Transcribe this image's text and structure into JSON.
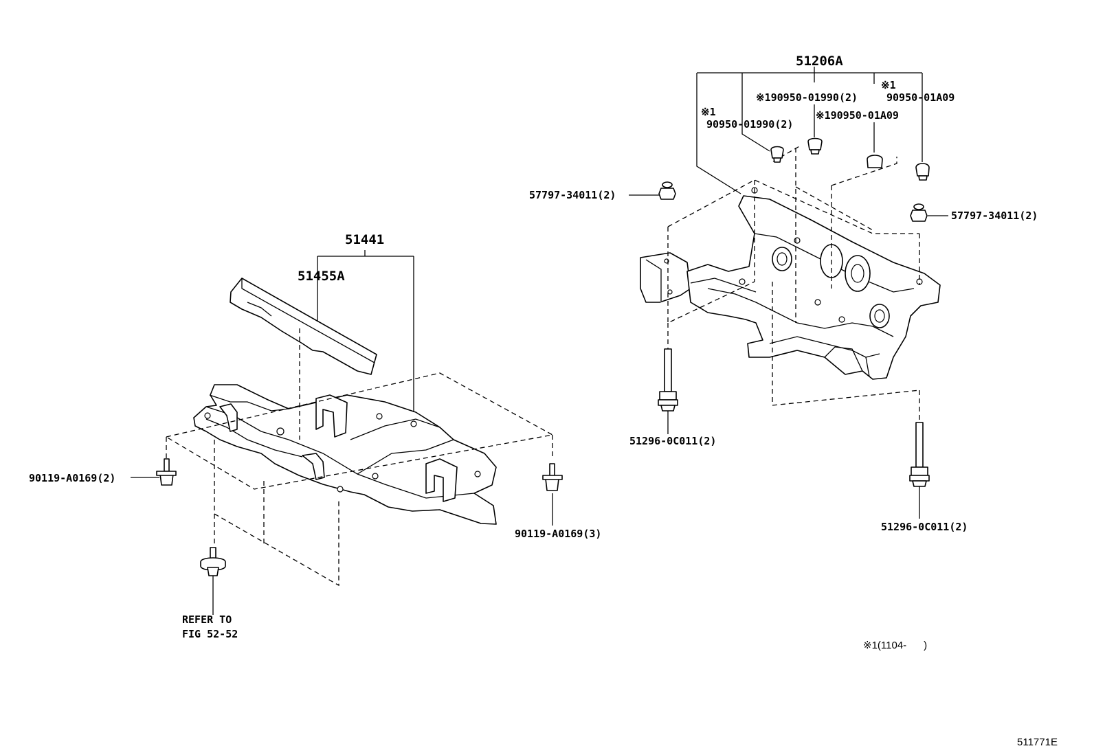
{
  "labels": {
    "l_51206A": "51206A",
    "l_190950_01990": "※190950-01990(2)",
    "l_x1_a": "※1",
    "l_90950_01A09": "90950-01A09",
    "l_x1_b": "※1",
    "l_90950_01990": "90950-01990(2)",
    "l_190950_01A09": "※190950-01A09",
    "l_57797_left": "57797-34011(2)",
    "l_57797_right": "57797-34011(2)",
    "l_51441": "51441",
    "l_51455A": "51455A",
    "l_90119_2": "90119-A0169(2)",
    "l_90119_3": "90119-A0169(3)",
    "l_51296_left": "51296-0C011(2)",
    "l_51296_right": "51296-0C011(2)",
    "l_refer_to": "REFER TO",
    "l_fig": "FIG 52-52",
    "l_footnote": "※1(1104-      )",
    "l_diagram_id": "511771E"
  }
}
